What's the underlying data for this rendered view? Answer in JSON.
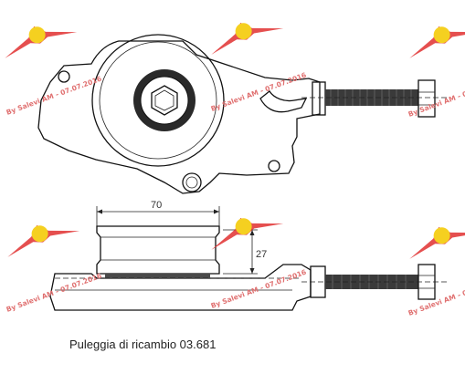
{
  "caption": "Puleggia di ricambio 03.681",
  "dimensions": {
    "width_label": "70",
    "height_label": "27"
  },
  "watermark": {
    "text": "By Salevi AM - 07.07.2016",
    "logo_color": "#e03030",
    "logo_accent": "#f5d020"
  }
}
